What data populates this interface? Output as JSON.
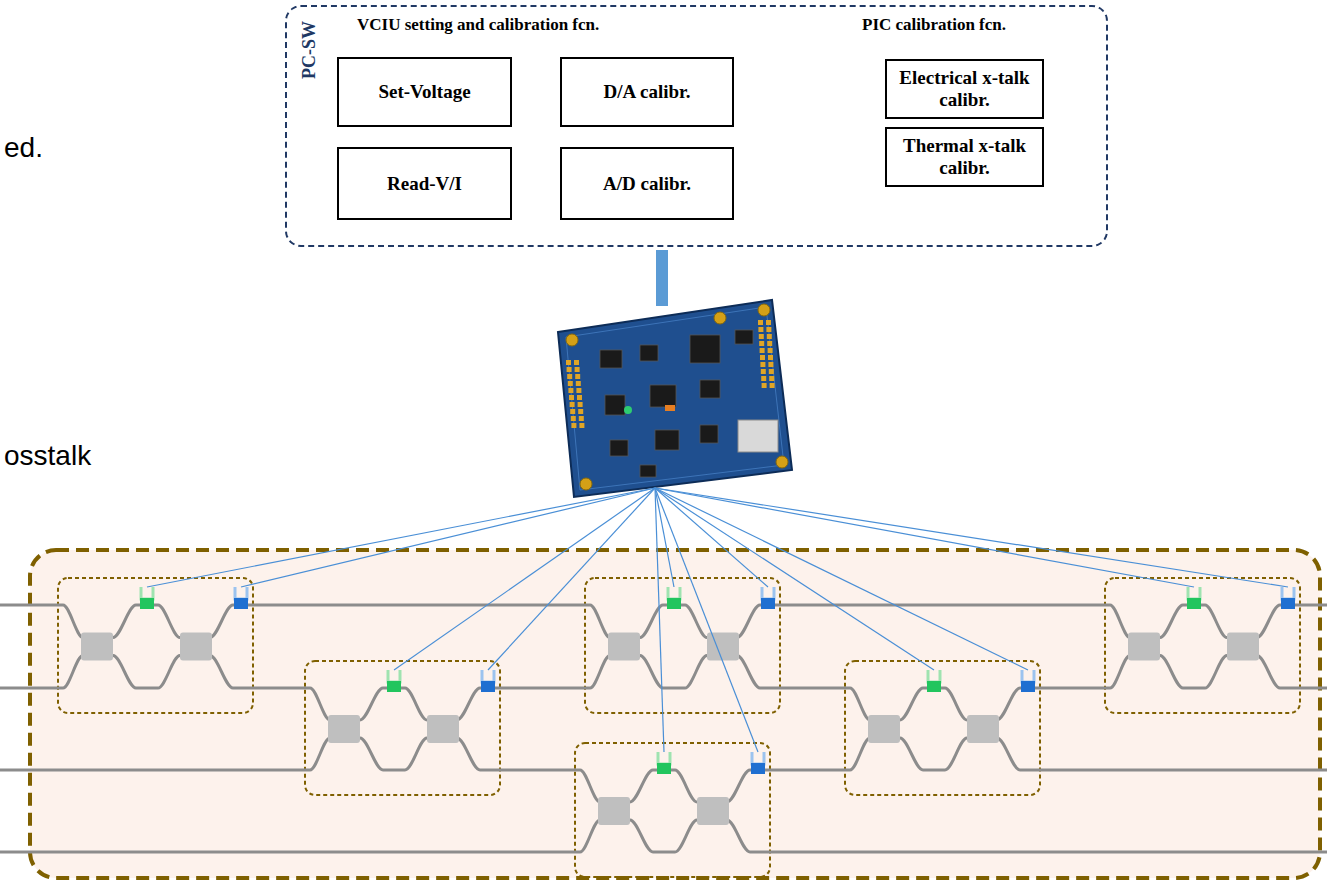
{
  "diagram": {
    "nodes": [
      {
        "text": [
          "PC-SW",
          "VCIU setting and calibration fcn.",
          "PIC calibration fcn."
        ]
      },
      {
        "text": [
          "Set-Voltage"
        ],
        "in": 0
      },
      {
        "text": [
          "D/A calibr."
        ],
        "in": 0
      },
      {
        "text": [
          "Read-V/I"
        ],
        "in": 0
      },
      {
        "text": [
          "A/D calibr."
        ],
        "in": 0
      },
      {
        "text": [
          "Electrical x-talk calibr."
        ],
        "in": 0
      },
      {
        "text": [
          "Thermal x-talk calibr."
        ],
        "in": 0
      }
    ],
    "labels": [
      "ed.",
      "osstalk"
    ]
  }
}
